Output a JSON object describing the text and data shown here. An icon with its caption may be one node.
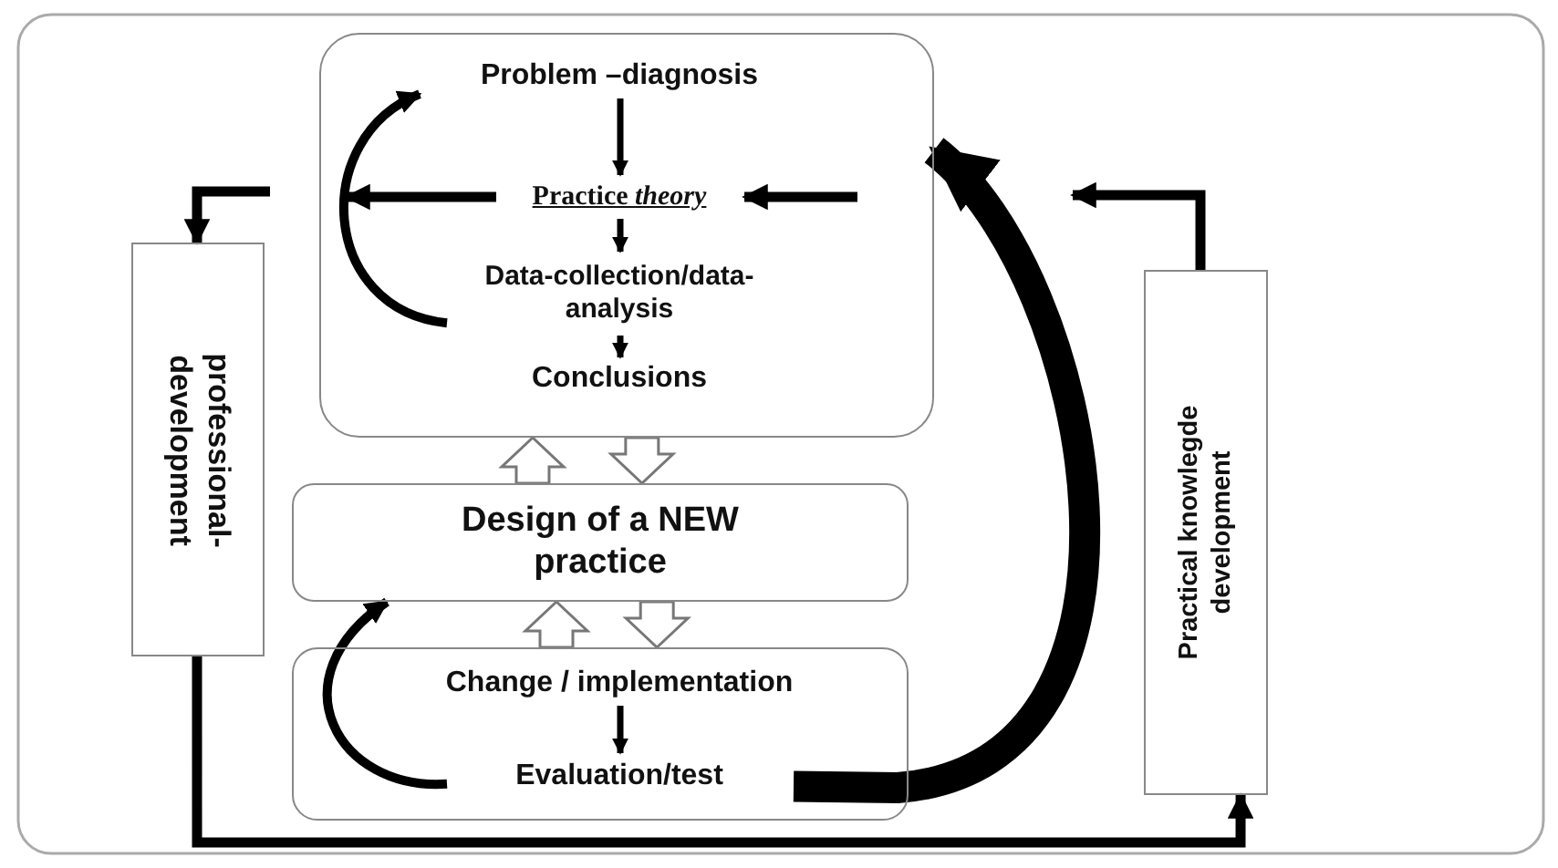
{
  "diagram": {
    "nodes": [
      {
        "text": [],
        "shape": "box"
      },
      {
        "text": [
          "Problem –diagnosis"
        ],
        "in": 0
      },
      {
        "text": [
          "Practice *theory*"
        ],
        "in": 0
      },
      {
        "text": [
          "Data-collection/data-analysis"
        ],
        "in": 0
      },
      {
        "text": [
          "Conclusions"
        ],
        "in": 0
      },
      {
        "text": [
          "Design of a NEW practice"
        ]
      },
      {
        "text": [],
        "shape": "box"
      },
      {
        "text": [
          "Change / implementation"
        ],
        "in": 6
      },
      {
        "text": [
          "Evaluation/test"
        ],
        "in": 6
      },
      {
        "text": [
          "professional- development"
        ]
      },
      {
        "text": [
          "Practical knowlegde development"
        ]
      }
    ],
    "edges": [
      {
        "from": 1,
        "to": 2,
        "arrow": "to"
      },
      {
        "from": 2,
        "to": 3,
        "arrow": "to"
      },
      {
        "from": 3,
        "to": 4,
        "arrow": "to"
      },
      {
        "from": 3,
        "to": 1,
        "arrow": "to"
      },
      {
        "from": 2,
        "to": null,
        "arrow": "to"
      },
      {
        "from": null,
        "to": 2,
        "arrow": "to"
      },
      {
        "from": null,
        "to": 9,
        "arrow": "to"
      },
      {
        "from": 5,
        "to": 0,
        "arrow": "to",
        "style": "thick",
        "color": "#ffffff"
      },
      {
        "from": 0,
        "to": 5,
        "arrow": "to",
        "style": "thick",
        "color": "#ffffff"
      },
      {
        "from": 6,
        "to": 5,
        "arrow": "to",
        "style": "thick",
        "color": "#ffffff"
      },
      {
        "from": 5,
        "to": 6,
        "arrow": "to",
        "style": "thick",
        "color": "#ffffff"
      },
      {
        "from": 8,
        "to": 5,
        "arrow": "to"
      },
      {
        "from": 7,
        "to": 8,
        "arrow": "to"
      },
      {
        "from": 8,
        "to": 0,
        "arrow": "to",
        "style": "thick"
      },
      {
        "from": 10,
        "to": null,
        "arrow": "to"
      },
      {
        "from": 9,
        "to": 10,
        "arrow": "to"
      }
    ]
  }
}
